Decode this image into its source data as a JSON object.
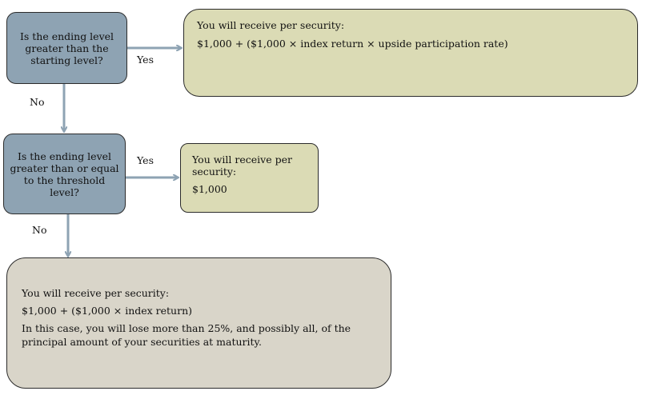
{
  "diagram": {
    "question1": "Is the ending level greater than the starting level?",
    "question2": "Is the ending level greater than or equal to the threshold level?",
    "yes_label_1": "Yes",
    "no_label_1": "No",
    "yes_label_2": "Yes",
    "no_label_2": "No",
    "result1": {
      "heading": "You will receive per security:",
      "formula": "$1,000 + ($1,000 × index return × upside participation rate)"
    },
    "result2": {
      "heading": "You will receive per security:",
      "value": "$1,000"
    },
    "result3": {
      "heading": "You will receive per security:",
      "formula": "$1,000 + ($1,000 × index return)",
      "note": "In this case, you will lose more than 25%, and possibly all, of the principal amount of your securities at maturity."
    }
  },
  "colors": {
    "question_fill": "#8ea3b3",
    "result_fill_top": "#dbdbb5",
    "result_fill_bottom": "#d9d5c9",
    "arrow": "#8ea3b3"
  }
}
